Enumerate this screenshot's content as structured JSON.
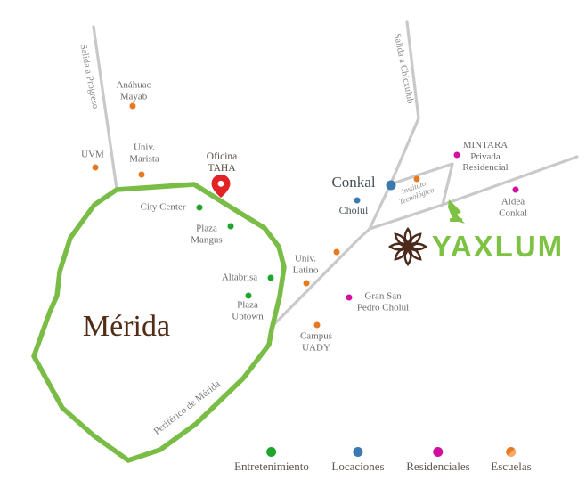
{
  "region": {
    "name": "Mérida",
    "ring_road": "Periférico de Mérida"
  },
  "roads": {
    "progreso": "Salida a Progreso",
    "chicxulub": "Salida a Chicxulub",
    "instituto": "Instituto\nTecnológico"
  },
  "office": {
    "label": "Oficina\nTAHA"
  },
  "logo": {
    "text": "YAXLUM"
  },
  "places": {
    "anahuac": {
      "name": "Anáhuac\nMayab",
      "category": "escuelas"
    },
    "uvm": {
      "name": "UVM",
      "category": "escuelas"
    },
    "marista": {
      "name": "Univ.\nMarista",
      "category": "escuelas"
    },
    "citycenter": {
      "name": "City Center",
      "category": "entretenimiento"
    },
    "mangus": {
      "name": "Plaza\nMangus",
      "category": "entretenimiento"
    },
    "altabrisa": {
      "name": "Altabrisa",
      "category": "entretenimiento"
    },
    "uptown": {
      "name": "Plaza\nUptown",
      "category": "entretenimiento"
    },
    "conkal": {
      "name": "Conkal",
      "category": "locaciones"
    },
    "cholul": {
      "name": "Cholul",
      "category": "locaciones"
    },
    "mintara": {
      "name": "MINTARA\nPrivada\nResidencial",
      "category": "residenciales"
    },
    "aldea": {
      "name": "Aldea\nConkal",
      "category": "residenciales"
    },
    "latino": {
      "name": "Univ.\nLatino",
      "category": "escuelas"
    },
    "gransan": {
      "name": "Gran San\nPedro Cholul",
      "category": "residenciales"
    },
    "campus": {
      "name": "Campus\nUADY",
      "category": "escuelas"
    }
  },
  "legend": {
    "items": [
      {
        "label": "Entretenimiento",
        "color": "#1fa42c"
      },
      {
        "label": "Locaciones",
        "color": "#3b79b3"
      },
      {
        "label": "Residenciales",
        "color": "#d30fa2"
      },
      {
        "label": "Escuelas",
        "color": "#e8791f"
      }
    ]
  },
  "colors": {
    "entretenimiento": "#1fa42c",
    "locaciones": "#3b79b3",
    "residenciales": "#d30fa2",
    "escuelas": "#e8791f",
    "escuelas_light": "#f4a96a",
    "region_border": "#7abd46",
    "logo_green": "#7dc242",
    "flower_brown": "#4b2a1b",
    "pin_red": "#e32226",
    "road_gray": "#c9c9c9"
  }
}
